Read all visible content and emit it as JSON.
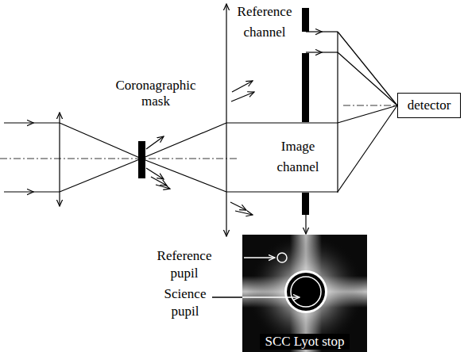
{
  "diagram": {
    "nodes": [
      {
        "text": [
          "detector"
        ]
      },
      {
        "text": [
          "SCC Lyot stop"
        ]
      }
    ],
    "labels": [
      "Coronagraphic mask",
      "Reference channel",
      "Image channel",
      "Reference pupil",
      "Science pupil"
    ]
  }
}
